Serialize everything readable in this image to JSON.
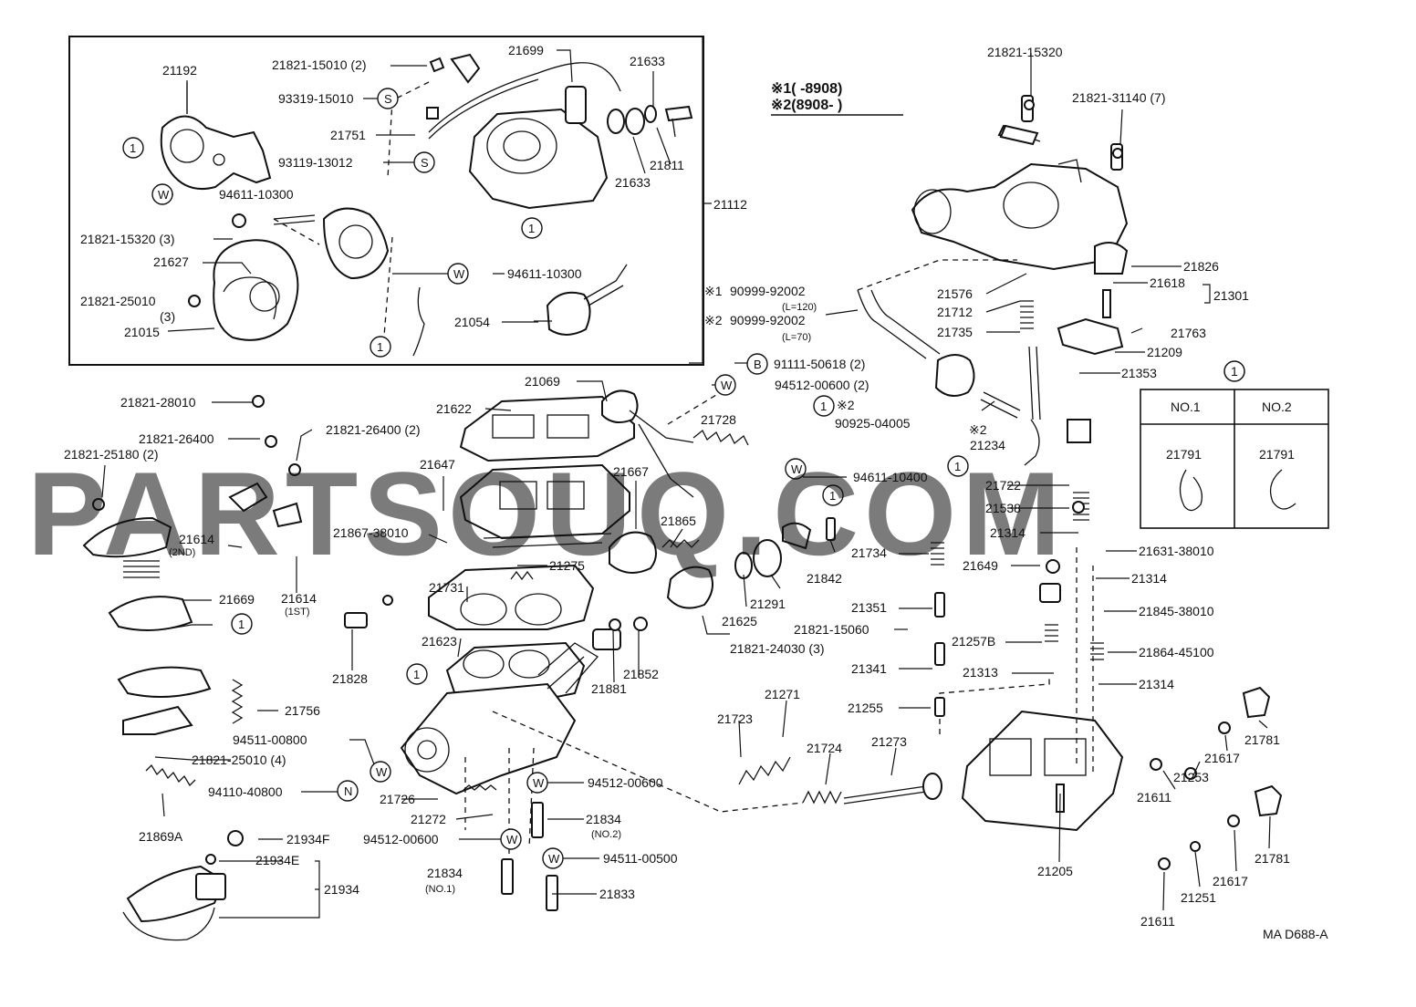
{
  "watermark": "PARTSOUQ.COM",
  "notes": {
    "n1": "※1(     -8908)",
    "n2": "※2(8908-     )"
  },
  "code": "MA D688-A",
  "callout_symbols": {
    "one": "1",
    "S": "S",
    "W": "W",
    "B": "B",
    "N": "N",
    "star1": "※1",
    "star2": "※2"
  },
  "labels": {
    "p21192": "21192",
    "p21821_15010": "21821-15010 (2)",
    "p93319_15010": "93319-15010",
    "p21699": "21699",
    "p21633a": "21633",
    "p21751": "21751",
    "p93119_13012": "93119-13012",
    "p21811": "21811",
    "p21633b": "21633",
    "p94611_10300a": "94611-10300",
    "p21112": "21112",
    "p21821_15320_3": "21821-15320 (3)",
    "p21627": "21627",
    "p21821_25010_3a": "21821-25010",
    "p21821_25010_3b": "(3)",
    "p21015": "21015",
    "p94611_10300b": "94611-10300",
    "p21054": "21054",
    "p90999_92002a": "90999-92002",
    "p90999_L120": "(L=120)",
    "p90999_92002b": "90999-92002",
    "p90999_L70": "(L=70)",
    "p21821_15320": "21821-15320",
    "p21821_31140": "21821-31140 (7)",
    "p21826": "21826",
    "p21576": "21576",
    "p21712": "21712",
    "p21735": "21735",
    "p21618": "21618",
    "p21301": "21301",
    "p21763": "21763",
    "p21209": "21209",
    "p21353": "21353",
    "p91111_50618": "91111-50618 (2)",
    "p94512_00600_2": "94512-00600 (2)",
    "p90925_04005": "90925-04005",
    "p21234": "21234",
    "p94611_10400": "94611-10400",
    "p21722": "21722",
    "p21538": "21538",
    "p21314a": "21314",
    "p21631_38010": "21631-38010",
    "p21314b": "21314",
    "p21845_38010": "21845-38010",
    "p21864_45100": "21864-45100",
    "p21314c": "21314",
    "p21781a": "21781",
    "p21781b": "21781",
    "p21617a": "21617",
    "p21617b": "21617",
    "p21253": "21253",
    "p21251": "21251",
    "p21611a": "21611",
    "p21611b": "21611",
    "p21205": "21205",
    "p21313": "21313",
    "p21734": "21734",
    "p21649": "21649",
    "p21351": "21351",
    "p21821_15060": "21821-15060",
    "p21257B": "21257B",
    "p21341": "21341",
    "p21255": "21255",
    "p21069": "21069",
    "p21622": "21622",
    "p21728": "21728",
    "p21647": "21647",
    "p21667": "21667",
    "p21865": "21865",
    "p21842": "21842",
    "p21291": "21291",
    "p21625": "21625",
    "p21821_24030": "21821-24030 (3)",
    "p21821_28010": "21821-28010",
    "p21821_26400": "21821-26400",
    "p21821_26400_2": "21821-26400 (2)",
    "p21821_25180": "21821-25180 (2)",
    "p21614_2nd": "21614",
    "p2nd": "(2ND)",
    "p21614_1st": "21614",
    "p1st": "(1ST)",
    "p21867_38010": "21867-38010",
    "p21275": "21275",
    "p21731": "21731",
    "p21669": "21669",
    "p21828": "21828",
    "p21623": "21623",
    "p21881": "21881",
    "p21852": "21852",
    "p21756": "21756",
    "p94511_00800": "94511-00800",
    "p21821_25010_4": "21821-25010 (4)",
    "p94110_40800": "94110-40800",
    "p21869A": "21869A",
    "p21934F": "21934F",
    "p21934E": "21934E",
    "p21934": "21934",
    "p21726": "21726",
    "p21272": "21272",
    "p94512_00600a": "94512-00600",
    "p94512_00600b": "94512-00600",
    "p21834_2": "21834",
    "pNO2": "(NO.2)",
    "p21834_1": "21834",
    "pNO1": "(NO.1)",
    "p94511_00500": "94511-00500",
    "p21833": "21833",
    "p21723": "21723",
    "p21271": "21271",
    "p21724": "21724",
    "p21273": "21273"
  },
  "variant_table": {
    "key": "1",
    "headers": [
      "NO.1",
      "NO.2"
    ],
    "parts": [
      "21791",
      "21791"
    ]
  }
}
